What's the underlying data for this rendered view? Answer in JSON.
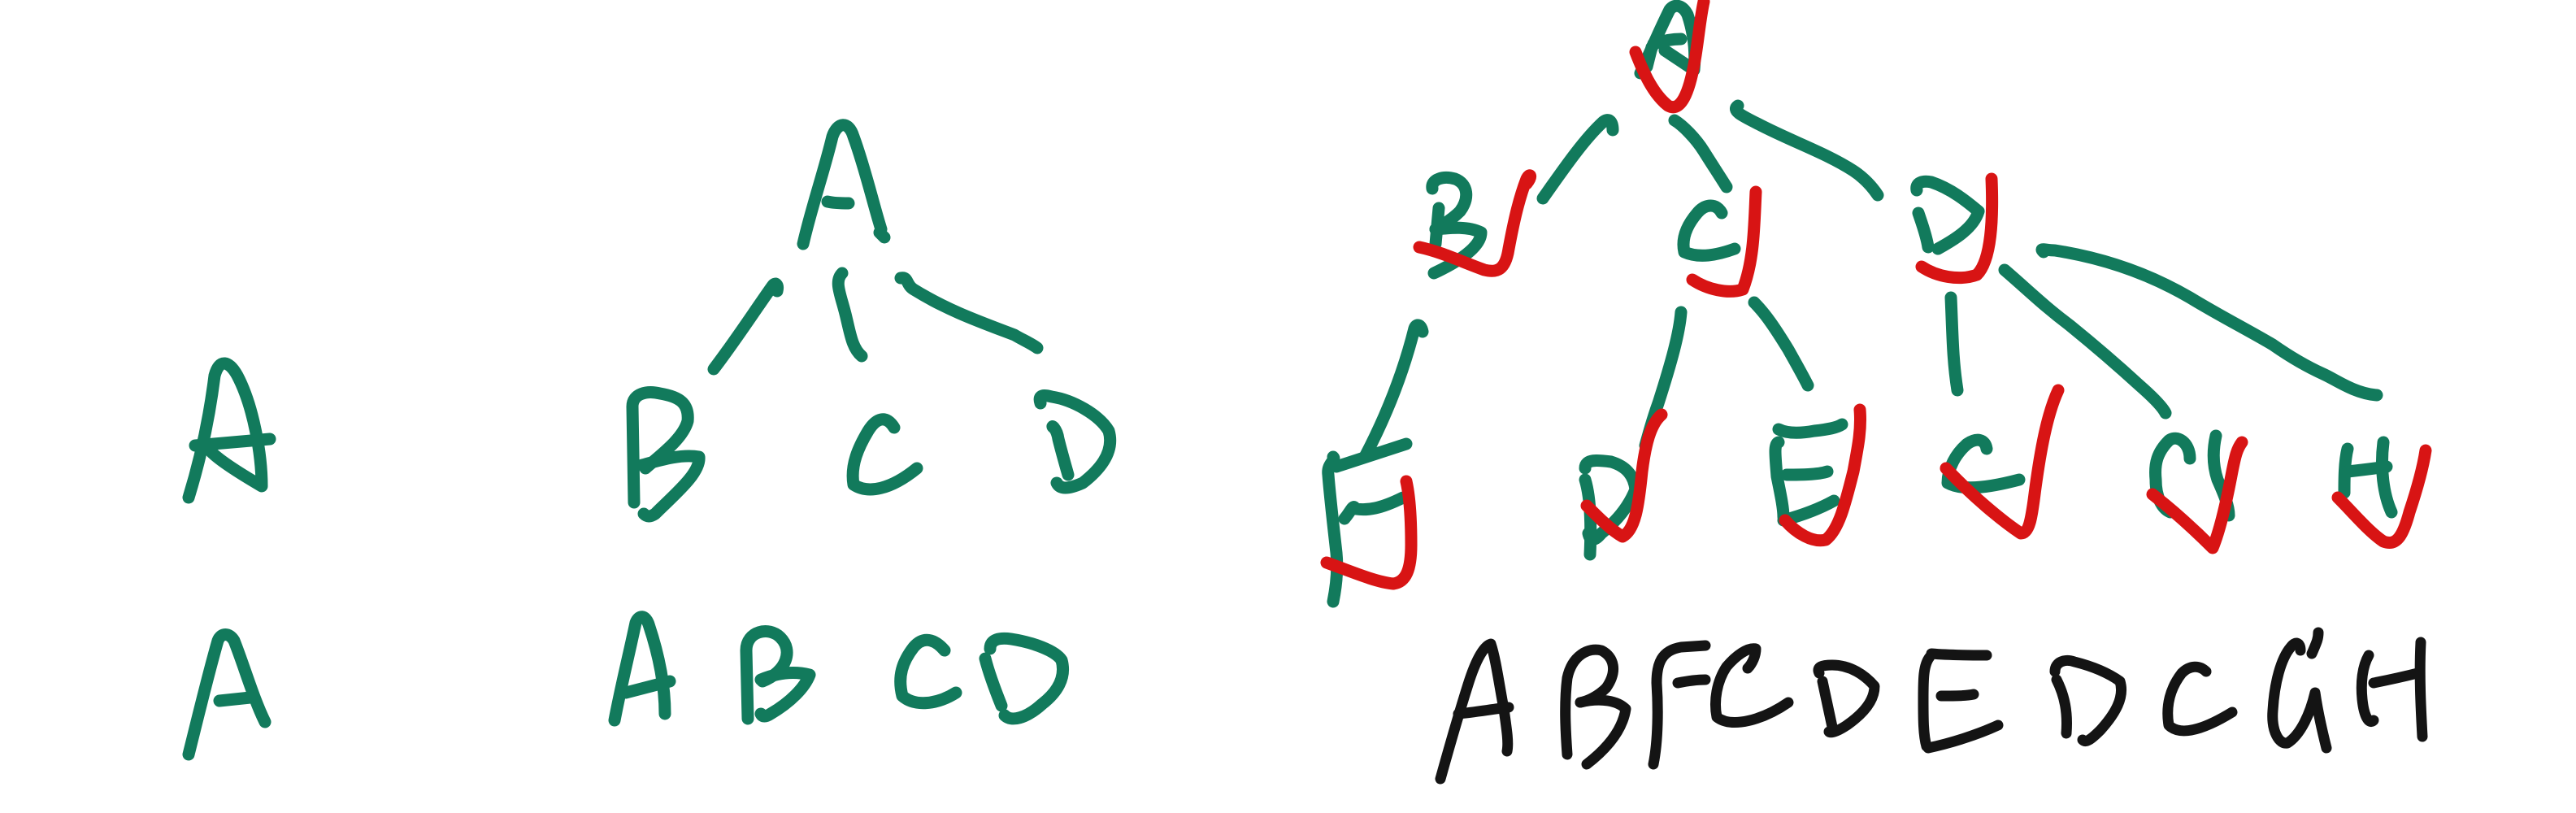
{
  "colors": {
    "tree_ink": "#127a5c",
    "traversal_ink": "#d81414",
    "result_ink": "#141414",
    "background": "#ffffff"
  },
  "examples": [
    {
      "id": "single-node",
      "tree": {
        "root": "A",
        "children": []
      },
      "traversal": "A"
    },
    {
      "id": "small-tree",
      "tree": {
        "root": "A",
        "children": [
          "B",
          "C",
          "D"
        ]
      },
      "traversal": "ABCD"
    },
    {
      "id": "large-tree",
      "tree": {
        "root": "A",
        "children": [
          {
            "label": "B",
            "children": [
              "F"
            ]
          },
          {
            "label": "C",
            "children": [
              "D",
              "E"
            ]
          },
          {
            "label": "D",
            "children": [
              "C",
              "G",
              "H"
            ]
          }
        ]
      },
      "traversal": "ABFCDEDCGH"
    }
  ]
}
